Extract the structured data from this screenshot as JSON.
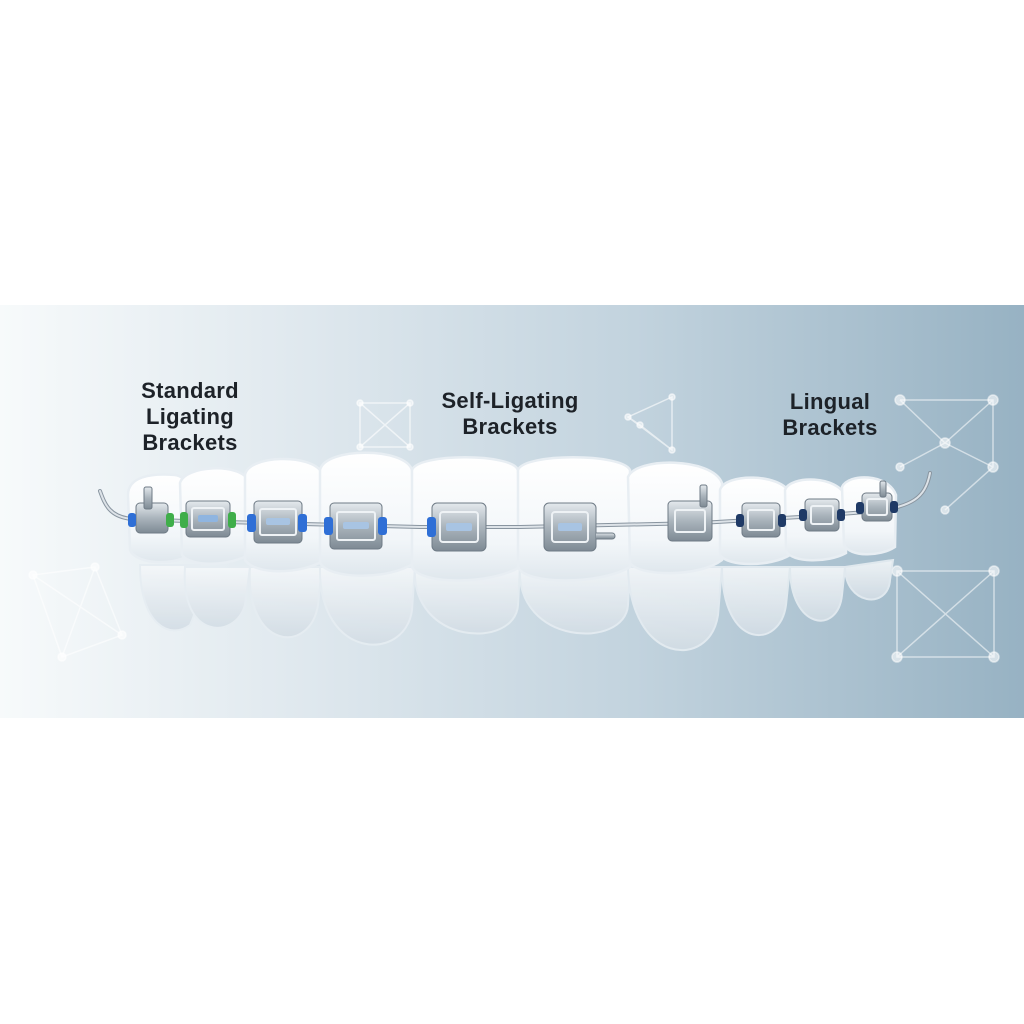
{
  "labels": {
    "standard": [
      "Standard",
      "Ligating",
      "Brackets"
    ],
    "self_ligating": [
      "Self-Ligating",
      "Brackets"
    ],
    "lingual": [
      "Lingual",
      "Brackets"
    ]
  },
  "colors": {
    "panel_light": "#f7fafb",
    "panel_dark": "#97b2c3",
    "tooth": "#ffffff",
    "bracket_metal": "#aeb7bf",
    "ligature_blue": "#2f6fd6",
    "ligature_green": "#3fae4a",
    "ligature_navy": "#1f3a66",
    "archwire": "#c7ced4",
    "network_lines": "#ffffff"
  },
  "icons": [
    "network-graph-icon",
    "archwire-end-hook-icon"
  ]
}
